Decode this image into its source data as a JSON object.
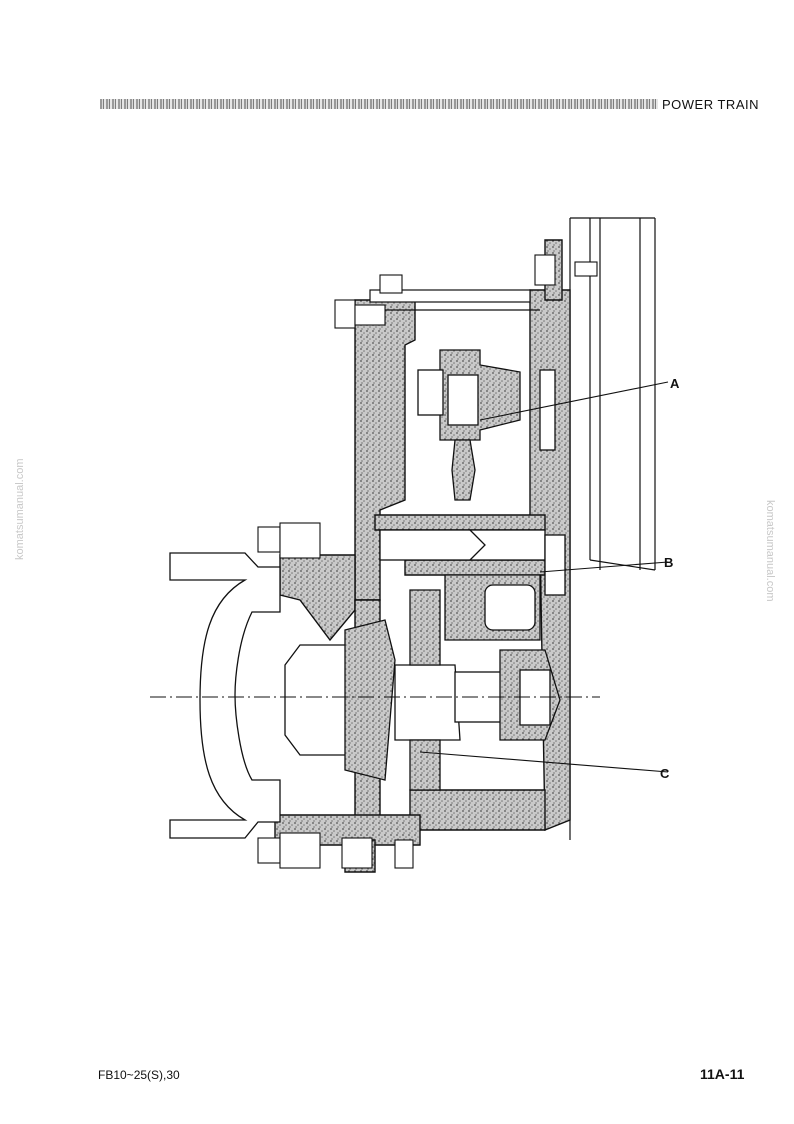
{
  "header": {
    "section_title": "POWER TRAIN"
  },
  "watermark": {
    "left_text": "komatsumanual.com",
    "right_text": "komatsumanual.com"
  },
  "figure": {
    "callouts": [
      {
        "label": "A"
      },
      {
        "label": "B"
      },
      {
        "label": "C"
      }
    ]
  },
  "footer": {
    "model": "FB10~25(S),30",
    "page_number": "11A-11"
  },
  "colors": {
    "ink": "#111111",
    "section_fill": "#bdbdbd"
  }
}
